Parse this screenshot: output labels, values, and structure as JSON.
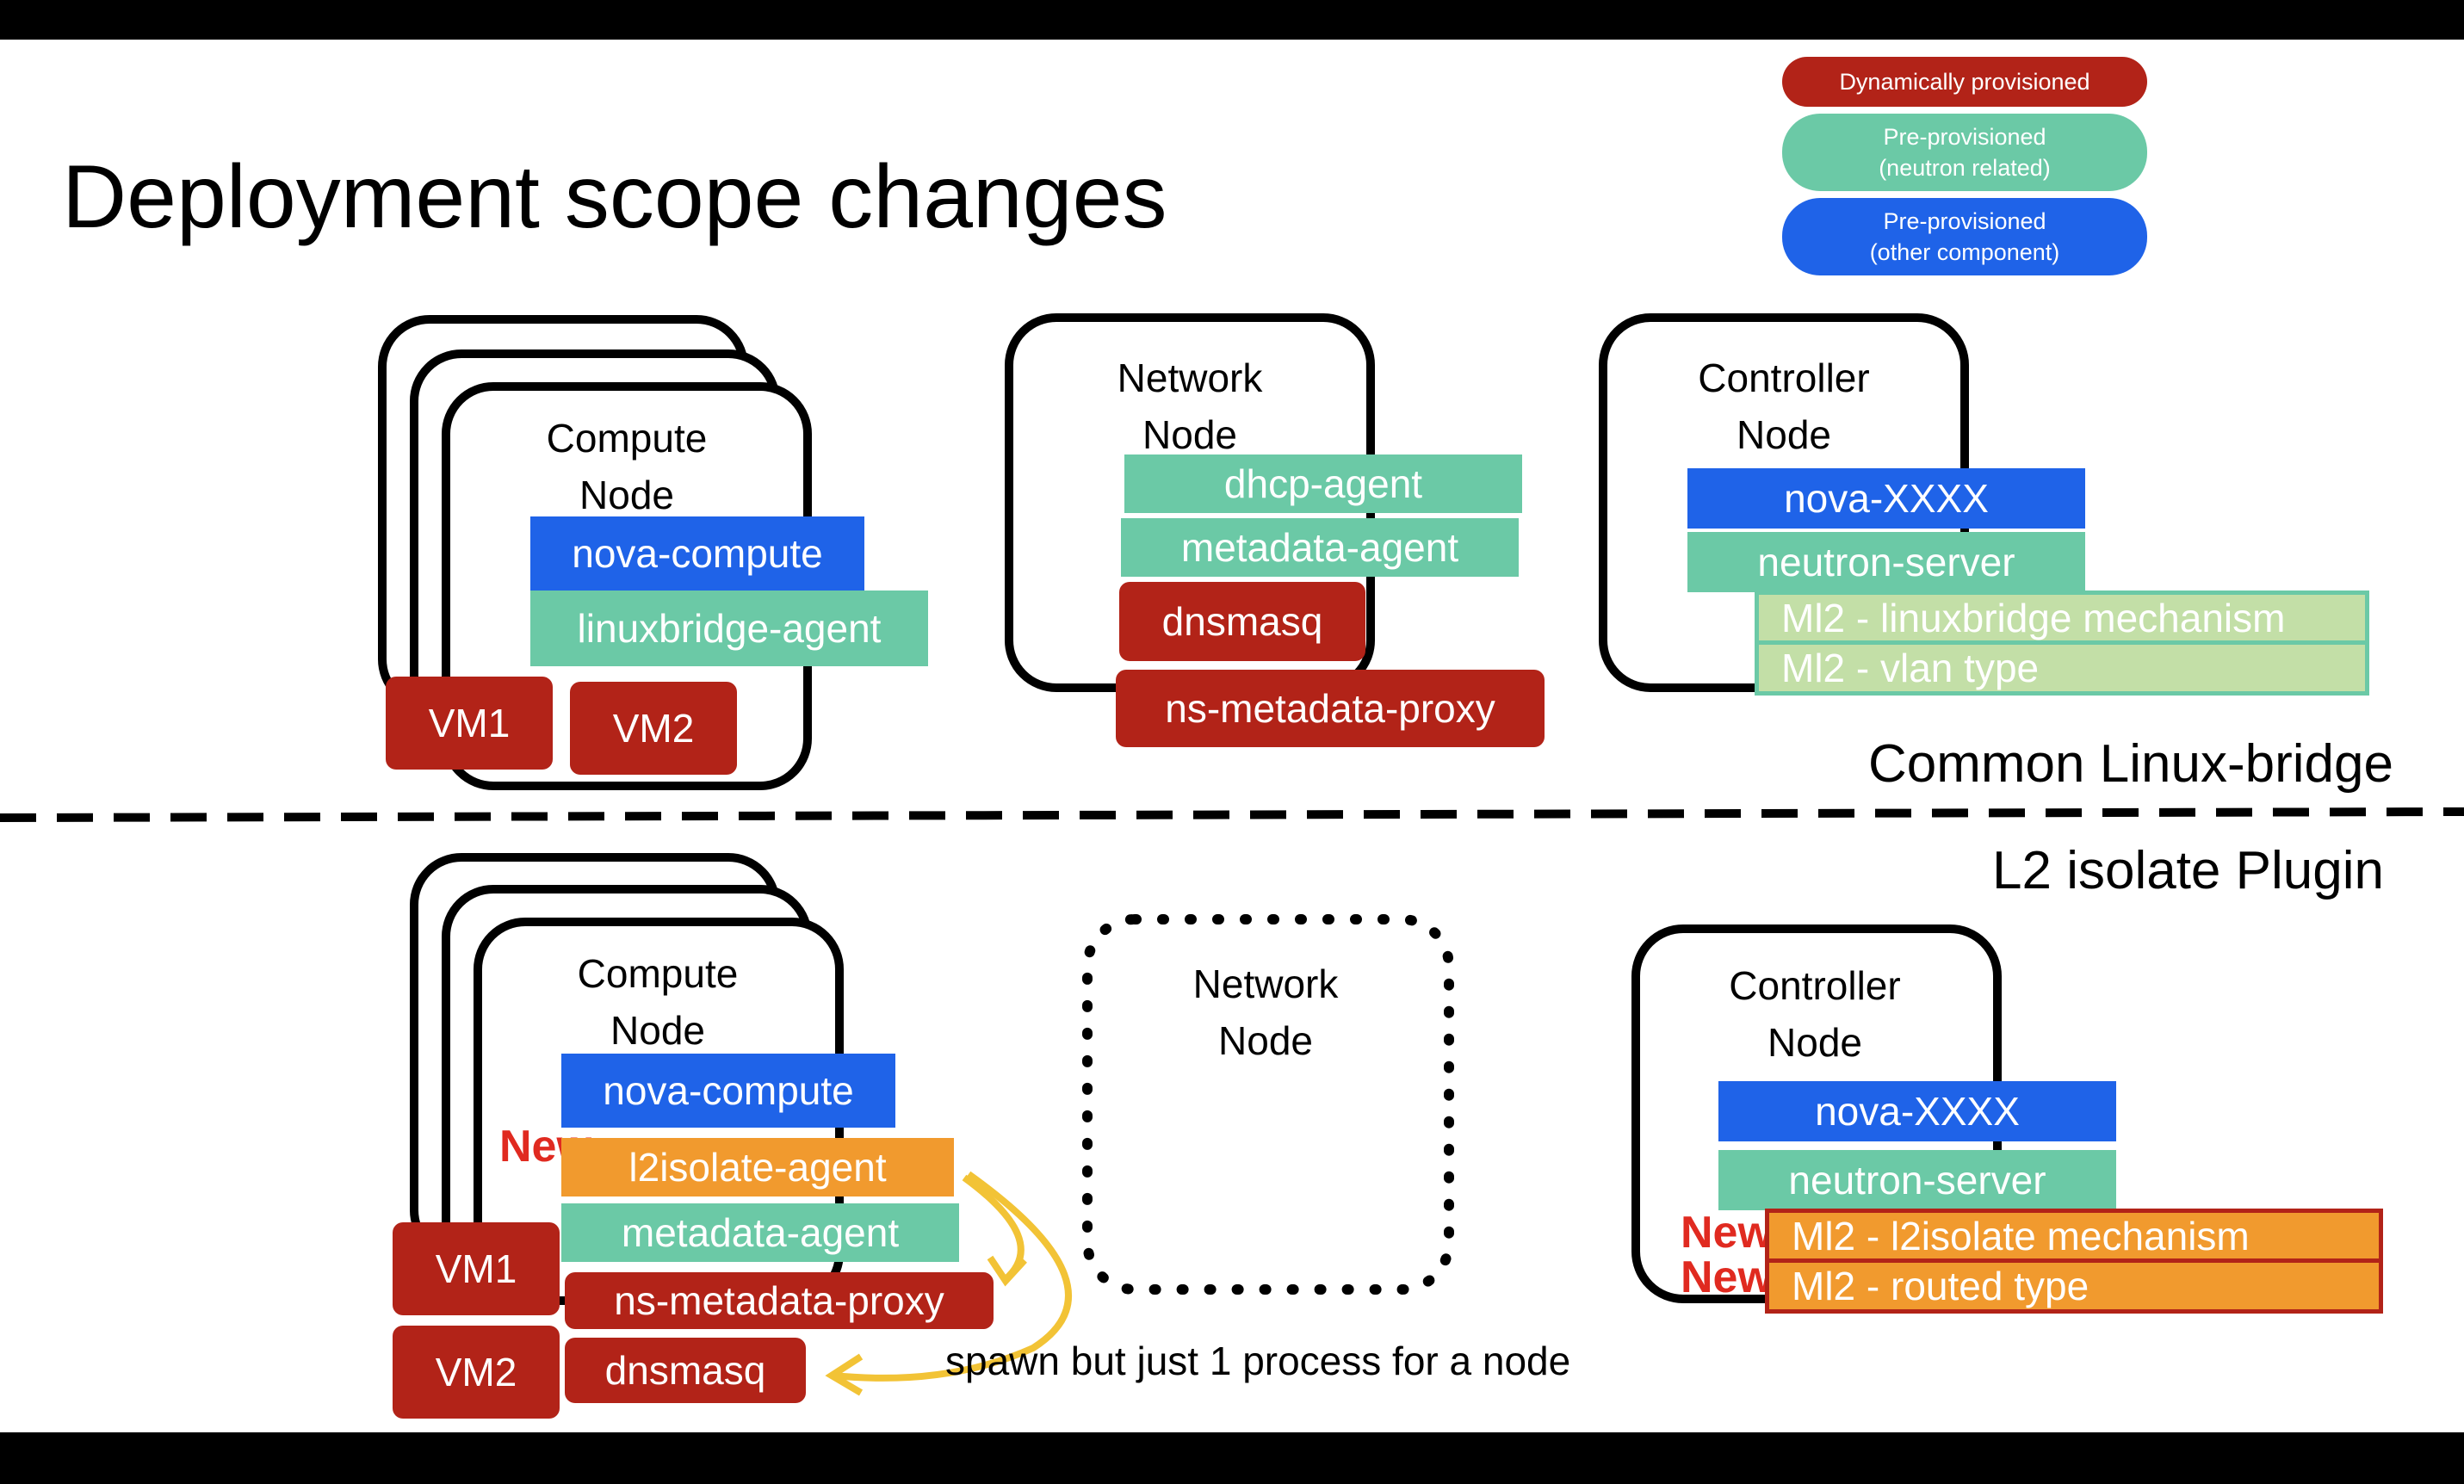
{
  "title": "Deployment scope changes",
  "legend": {
    "dynamic": "Dynamically provisioned",
    "pre_neutron_line1": "Pre-provisioned",
    "pre_neutron_line2": "(neutron related)",
    "pre_other_line1": "Pre-provisioned",
    "pre_other_line2": "(other component)"
  },
  "colors": {
    "dynamic": "#b22318",
    "pre_neutron": "#6bc9a6",
    "pre_other": "#1f63e8",
    "new_component": "#f19a2e",
    "ml2_common": "#c3dfa7",
    "arrow": "#f2c336",
    "new_tag": "#e02a20"
  },
  "top": {
    "section_label": "Common Linux-bridge",
    "compute": {
      "label_line1": "Compute",
      "label_line2": "Node",
      "nova": "nova-compute",
      "agent": "linuxbridge-agent",
      "vm1": "VM1",
      "vm2": "VM2"
    },
    "network": {
      "label_line1": "Network",
      "label_line2": "Node",
      "dhcp": "dhcp-agent",
      "metadata": "metadata-agent",
      "dnsmasq": "dnsmasq",
      "proxy": "ns-metadata-proxy"
    },
    "controller": {
      "label_line1": "Controller",
      "label_line2": "Node",
      "nova": "nova-XXXX",
      "neutron": "neutron-server",
      "ml2_mech": "Ml2 - linuxbridge mechanism",
      "ml2_type": "Ml2 - vlan type"
    }
  },
  "bottom": {
    "section_label": "L2 isolate Plugin",
    "compute": {
      "label_line1": "Compute",
      "label_line2": "Node",
      "nova": "nova-compute",
      "new_tag": "New",
      "agent": "l2isolate-agent",
      "metadata": "metadata-agent",
      "proxy": "ns-metadata-proxy",
      "dnsmasq": "dnsmasq",
      "vm1": "VM1",
      "vm2": "VM2"
    },
    "network": {
      "label_line1": "Network",
      "label_line2": "Node"
    },
    "controller": {
      "label_line1": "Controller",
      "label_line2": "Node",
      "nova": "nova-XXXX",
      "neutron": "neutron-server",
      "new_tag_1": "New",
      "new_tag_2": "New",
      "ml2_mech": "Ml2 - l2isolate mechanism",
      "ml2_type": "Ml2 - routed type"
    },
    "note": "spawn but just 1 process for a node"
  }
}
